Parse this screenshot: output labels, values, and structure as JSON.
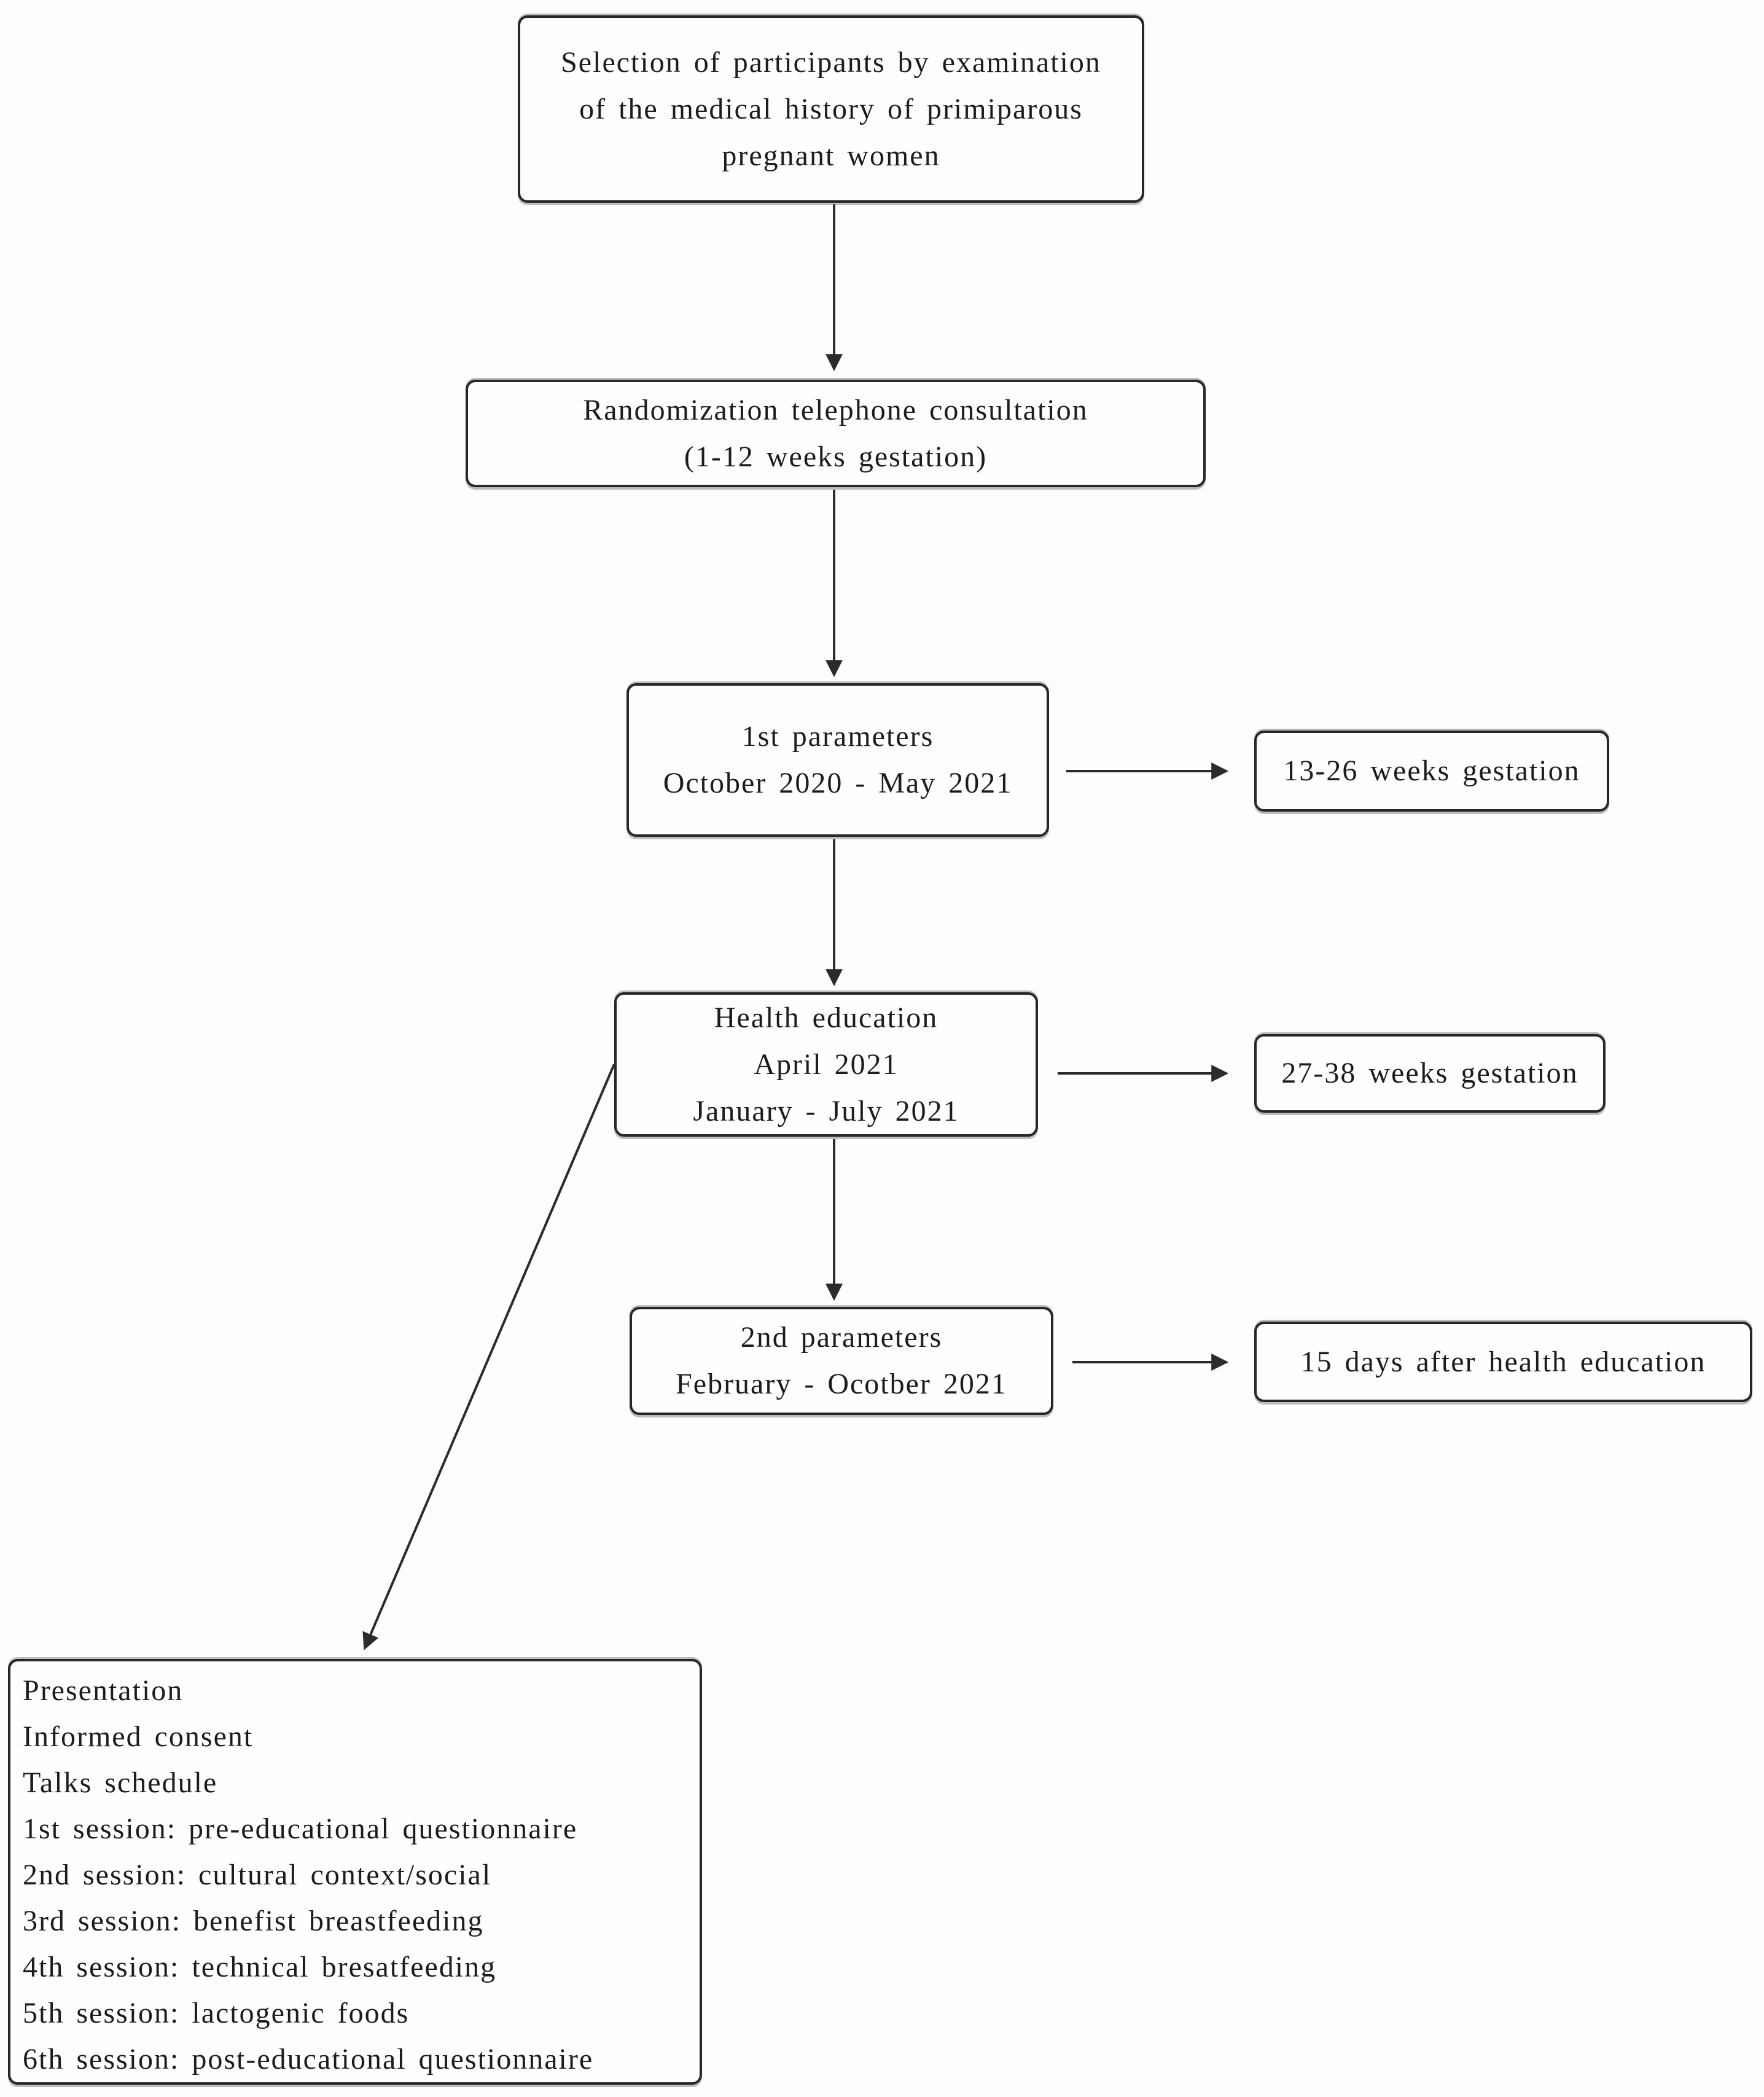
{
  "diagram": {
    "type": "study-flowchart",
    "colors": {
      "background": "#fdfdfd",
      "box_border": "#272727",
      "box_shadow": "#7d7d7d",
      "text": "#1c1c1c",
      "arrow": "#2b2b2b"
    },
    "boxes": {
      "selection": {
        "lines": [
          "Selection of participants by examination",
          "of the medical history of primiparous",
          "pregnant women"
        ]
      },
      "randomization": {
        "lines": [
          "Randomization telephone consultation",
          "(1-12 weeks gestation)"
        ]
      },
      "first_parameters": {
        "lines": [
          "1st parameters",
          "October 2020 - May 2021"
        ]
      },
      "gestation_13_26": {
        "lines": [
          "13-26 weeks gestation"
        ]
      },
      "health_education": {
        "lines": [
          "Health education",
          "April 2021",
          "January - July 2021"
        ]
      },
      "gestation_27_38": {
        "lines": [
          "27-38 weeks gestation"
        ]
      },
      "second_parameters": {
        "lines": [
          "2nd parameters",
          "February - Ocotber 2021"
        ]
      },
      "after_education": {
        "lines": [
          "15 days after health education"
        ]
      },
      "sessions": {
        "lines": [
          "Presentation",
          "Informed consent",
          "Talks schedule",
          "1st session: pre-educational questionnaire",
          "2nd session: cultural context/social",
          "3rd session: benefist breastfeeding",
          "4th session: technical bresatfeeding",
          "5th session: lactogenic foods",
          "6th session: post-educational questionnaire"
        ]
      }
    },
    "connections": [
      "selection -> randomization",
      "randomization -> first_parameters",
      "first_parameters -> gestation_13_26",
      "first_parameters -> health_education",
      "health_education -> gestation_27_38",
      "health_education -> second_parameters",
      "second_parameters -> after_education",
      "health_education -> sessions"
    ]
  }
}
